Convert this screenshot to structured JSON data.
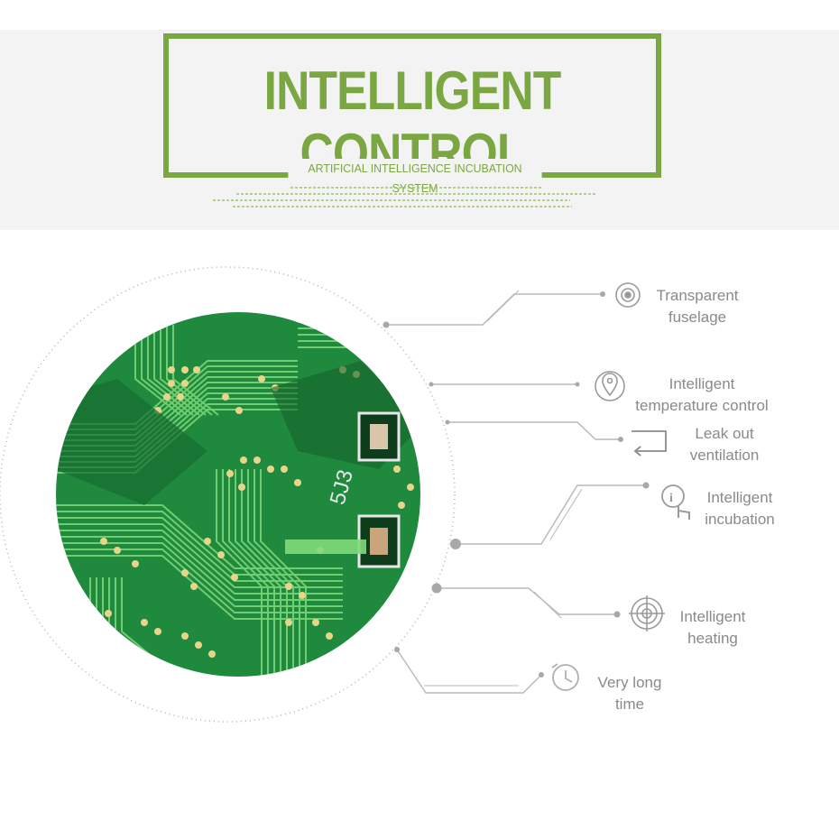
{
  "banner": {
    "title": "INTELLIGENT CONTROL",
    "subtitle": "ARTIFICIAL INTELLIGENCE INCUBATION SYSTEM"
  },
  "features": [
    {
      "line1": "Transparent",
      "line2": "fuselage",
      "icon": "target-ring-icon"
    },
    {
      "line1": "Intelligent",
      "line2": "temperature control",
      "icon": "location-pin-icon"
    },
    {
      "line1": "Leak out",
      "line2": "ventilation",
      "icon": "return-arrow-icon"
    },
    {
      "line1": "Intelligent",
      "line2": "incubation",
      "icon": "info-touch-icon"
    },
    {
      "line1": "Intelligent",
      "line2": "heating",
      "icon": "crosshair-icon"
    },
    {
      "line1": "Very long",
      "line2": "time",
      "icon": "clock-icon"
    }
  ],
  "board_marking": "5J3",
  "colors": {
    "accent_green": "#7aa742",
    "pcb_green": "#1f8a3e",
    "trace_green": "#7fd97a",
    "text_gray": "#8a8a8a",
    "line_gray": "#b8b8b8"
  }
}
